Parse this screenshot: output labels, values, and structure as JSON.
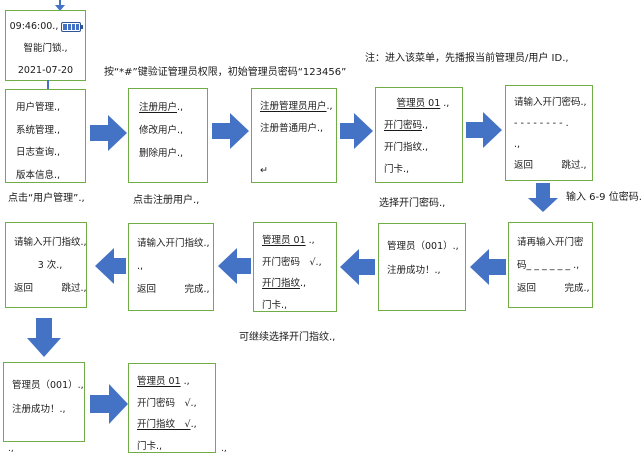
{
  "colors": {
    "box_border": "#70AD47",
    "arrow": "#4472C4"
  },
  "icons": {
    "battery": "battery-icon"
  },
  "notes": {
    "admin": "按“*#”键验证管理员权限，初始管理员密码“123456”",
    "menu": "注：进入该菜单，先播报当前管理员/用户 ID.,"
  },
  "boxes": {
    "clock": {
      "time": "09:46:00.,",
      "name": "智能门锁.,",
      "date": "2021-07-20"
    },
    "main_menu": {
      "l1": "用户管理.,",
      "l2": "系统管理.,",
      "l3": "日志查询.,",
      "l4": "版本信息.,"
    },
    "user_menu": {
      "l1u": "注册用户",
      "l1r": ".,",
      "l2": "修改用户.,",
      "l3": "删除用户.,"
    },
    "register_menu": {
      "l1u": "注册管理员用户",
      "l1r": ".,",
      "l2": "注册普通用户.,",
      "l3": "↵"
    },
    "admin01_select": {
      "l1u": "管理员 01",
      "l1r": " .,",
      "l2u": "开门密码",
      "l2r": ".,",
      "l3": "开门指纹.,",
      "l4": "门卡.,"
    },
    "enter_password": {
      "l1": "请输入开门密码.,",
      "l2": "- - - - - - - - .",
      "l3": ".,",
      "l4": "返回　　　跳过.,"
    },
    "reenter_password": {
      "l1": "请再输入开门密",
      "l2": "码_ _ _ _ _ _ .,",
      "l3": "返回　　　完成.,"
    },
    "register_success_1": {
      "l1": "管理员（001）.,",
      "l2": "注册成功！.,"
    },
    "admin01_fingerprint": {
      "l1u": "管理员 01",
      "l1r": " .,",
      "l2": "开门密码　√.,",
      "l3u": "开门指纹",
      "l3r": ".,",
      "l4": "门卡.,"
    },
    "enter_fingerprint_done": {
      "l1": "请输入开门指纹.,",
      "l2": ".,",
      "l3": "返回　　　完成.,"
    },
    "enter_fingerprint_3times": {
      "l1": "请输入开门指纹.,",
      "l2": "3 次.,",
      "l3": "返回　　　跳过.,"
    },
    "register_success_2": {
      "l1": "管理员（001）.,",
      "l2": "注册成功！.,"
    },
    "admin01_done": {
      "l1u": "管理员 01",
      "l1r": " .,",
      "l2": "开门密码　√.,",
      "l3u": "开门指纹　√",
      "l3r": ".,",
      "l4": "门卡.,"
    }
  },
  "captions": {
    "click_user_mgmt": "点击“用户管理”.,",
    "click_register": "点击注册用户.,",
    "select_password": "选择开门密码.,",
    "password_hint": "输入 6-9 位密码.",
    "continue_fingerprint": "可继续选择开门指纹.,",
    "stray_mark_1": ".,",
    "stray_mark_2": ".,"
  }
}
